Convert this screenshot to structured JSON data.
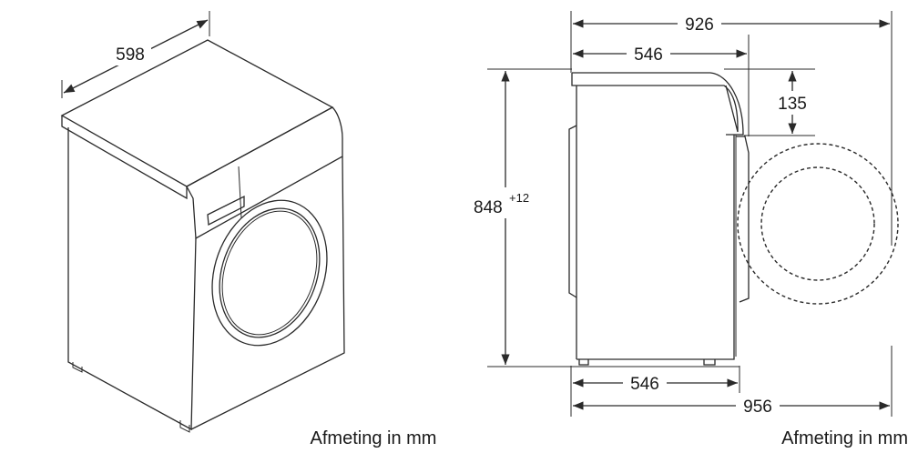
{
  "left_view": {
    "width_label": "598",
    "caption": "Afmeting in mm"
  },
  "right_view": {
    "depth_door_open_label": "926",
    "depth_body_top_label": "546",
    "top_panel_label": "135",
    "height_label": "848",
    "height_tolerance": "+12",
    "depth_body_bottom_label": "546",
    "total_depth_label": "956",
    "caption": "Afmeting in mm"
  }
}
